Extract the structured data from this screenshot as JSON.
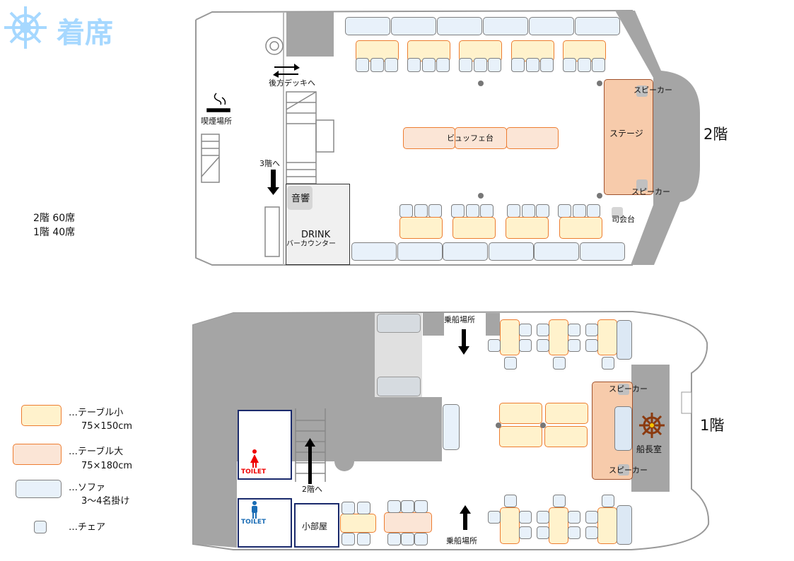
{
  "header": {
    "title": "着席"
  },
  "seat_counts": {
    "floor2": "2階  60席",
    "floor1": "1階  40席"
  },
  "floor2": {
    "name": "2階",
    "buffet": "ビュッフェ台",
    "stage": "ステージ",
    "speaker_top": "スピーカー",
    "speaker_bottom": "スピーカー",
    "mc": "司会台",
    "audio": "音響",
    "drink": "DRINK",
    "bar": "バーカウンター",
    "rear_deck": "後方デッキへ",
    "to_3f": "3階へ",
    "smoking": "喫煙場所"
  },
  "floor1": {
    "name": "1階",
    "boarding_top": "乗船場所",
    "boarding_bottom": "乗船場所",
    "to_2f": "2階へ",
    "small_room": "小部屋",
    "toilet_women": "TOILET",
    "toilet_men": "TOILET",
    "speaker_top": "スピーカー",
    "speaker_bottom": "スピーカー",
    "captain": "船長室"
  },
  "legend": [
    {
      "label": "…テーブル小",
      "sub": "75×150cm"
    },
    {
      "label": "…テーブル大",
      "sub": "75×180cm"
    },
    {
      "label": "…ソファ",
      "sub": "3～4名掛け"
    },
    {
      "label": "…チェア",
      "sub": ""
    }
  ],
  "colors": {
    "title": "#a6d8ff",
    "table_small": "#fff2cc",
    "table_large": "#fbe5d6",
    "sofa": "#e8f1fa",
    "stage": "#f7cbab",
    "gray": "#a5a5a5",
    "outline": "#ed7d31"
  }
}
